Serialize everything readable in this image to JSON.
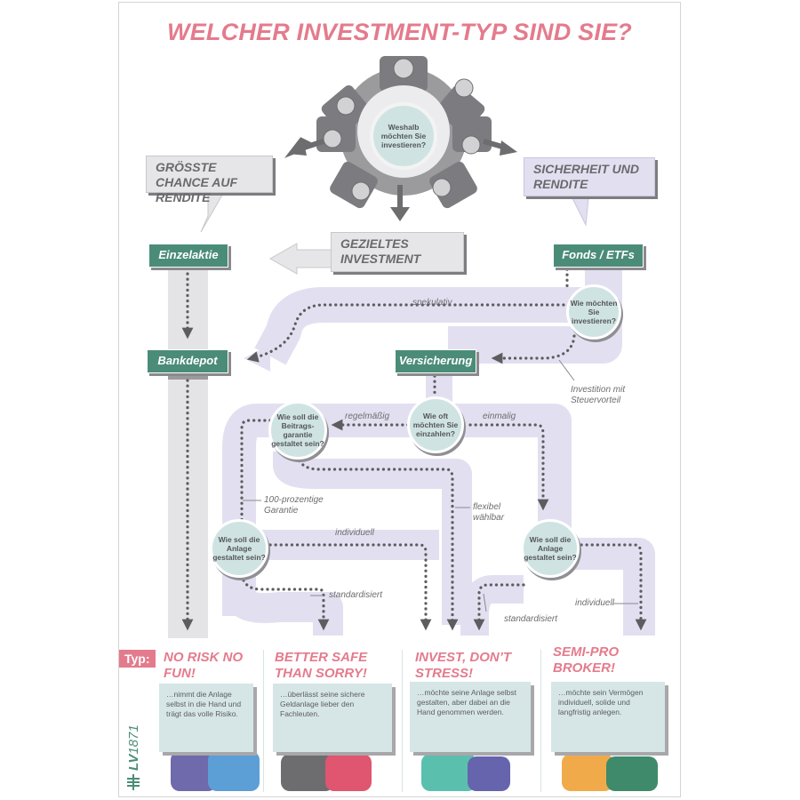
{
  "title": "WELCHER INVESTMENT-TYP SIND SIE?",
  "center_question": "Weshalb möchten Sie investieren?",
  "motives": {
    "left": "GRÖSSTE CHANCE AUF RENDITE",
    "middle": "GEZIELTES INVESTMENT",
    "right": "SICHERHEIT UND RENDITE"
  },
  "nodes": {
    "einzelaktie": "Einzelaktie",
    "fonds": "Fonds / ETFs",
    "bankdepot": "Bankdepot",
    "versicherung": "Versicherung"
  },
  "questions": {
    "wie_investieren": "Wie möchten Sie investieren?",
    "wie_oft": "Wie oft möchten Sie einzahlen?",
    "beitragsgarantie": "Wie soll die Beitrags-garantie gestaltet sein?",
    "anlage_left": "Wie soll die Anlage gestaltet sein?",
    "anlage_right": "Wie soll die Anlage gestaltet sein?"
  },
  "path_labels": {
    "spekulativ": "spekulativ",
    "steuervorteil": "Investition mit Steuervorteil",
    "regelmaessig": "regelmäßig",
    "einmalig": "einmalig",
    "garantie_100": "100-prozentige Garantie",
    "flexibel": "flexibel wählbar",
    "individuell_left": "individuell",
    "standardisiert_left": "standardisiert",
    "standardisiert_right": "standardisiert",
    "individuell_right": "individuell"
  },
  "typ_label": "Typ:",
  "types": [
    {
      "title": "NO RISK NO FUN!",
      "desc": "…nimmt die Anlage selbst in die Hand und trägt das volle Risiko."
    },
    {
      "title": "BETTER SAFE THAN SORRY!",
      "desc": "…überlässt seine sichere Geldanlage lieber den Fachleuten."
    },
    {
      "title": "INVEST, DON’T STRESS!",
      "desc": "…möchte seine Anlage selbst gestalten, aber dabei an die Hand genommen werden."
    },
    {
      "title": "SEMI-PRO BROKER!",
      "desc": "…möchte sein Vermögen individuell, solide und langfristig anlegen."
    }
  ],
  "logo": "LV 1871",
  "colors": {
    "accent_pink": "#e47b8c",
    "node_green": "#4b8c78",
    "path_lavender": "#e2e0f0",
    "question_teal": "#cfe4e2",
    "gray_track": "#e4e4e6"
  }
}
